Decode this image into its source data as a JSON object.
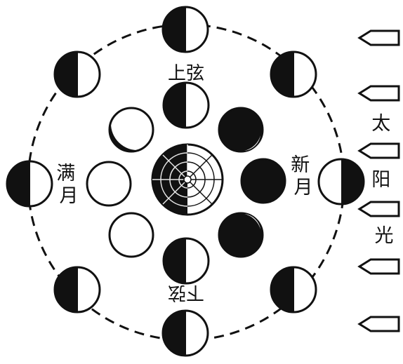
{
  "labels": {
    "first_quarter": "上弦",
    "last_quarter": "下弦",
    "full_moon": "满月",
    "new_moon": "新月",
    "sunlight": "太阳光"
  },
  "colors": {
    "ink": "#111111",
    "paper": "#ffffff"
  },
  "center_body": "earth-icon",
  "sunlight_arrow_count": 6
}
